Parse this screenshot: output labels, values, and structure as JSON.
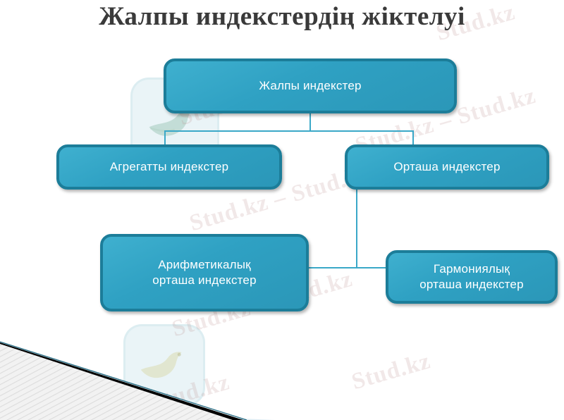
{
  "slide": {
    "title": "Жалпы индекстердің жіктелуі",
    "background_color": "#ffffff",
    "title_color": "#3a3a3a"
  },
  "theme": {
    "node_fill": "#2fa1c3",
    "node_fill_light": "#3fb0cf",
    "node_border": "#1c7d99",
    "connector_color": "#3aa8c8",
    "node_text_color": "#ffffff"
  },
  "diagram": {
    "type": "hierarchy",
    "nodes": [
      {
        "id": "root",
        "label": "Жалпы индекстер",
        "level": 0
      },
      {
        "id": "aggregate",
        "label": "Агрегатты индекстер",
        "level": 1
      },
      {
        "id": "average",
        "label": "Орташа индекстер",
        "level": 1
      },
      {
        "id": "arithmetic",
        "label": "Арифметикалық\nорташа индекстер",
        "level": 2
      },
      {
        "id": "harmonic",
        "label": "Гармониялық\nорташа индекстер",
        "level": 2
      }
    ],
    "edges": [
      {
        "from": "root",
        "to": "aggregate"
      },
      {
        "from": "root",
        "to": "average"
      },
      {
        "from": "average",
        "to": "arithmetic"
      },
      {
        "from": "average",
        "to": "harmonic"
      }
    ]
  },
  "watermark": {
    "brand": "Stud.kz",
    "pair": "Stud.kz – Stud.kz",
    "logo_name": "stud-kz-bird-logo"
  }
}
